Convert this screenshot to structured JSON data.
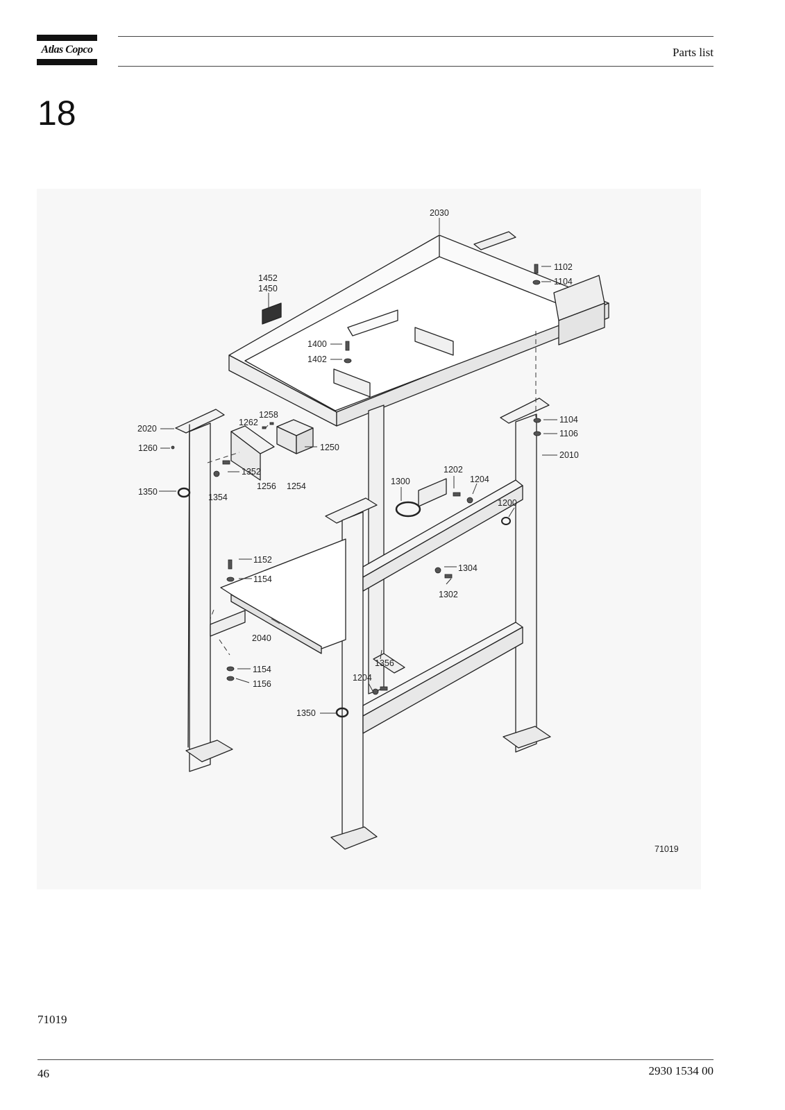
{
  "header": {
    "logo_text": "Atlas Copco",
    "title": "Parts list"
  },
  "section_number": "18",
  "figure": {
    "id_label": "71019",
    "callouts": [
      {
        "key": "c2030",
        "label": "2030"
      },
      {
        "key": "c1102",
        "label": "1102"
      },
      {
        "key": "c1104a",
        "label": "1104"
      },
      {
        "key": "c1452",
        "label": "1452"
      },
      {
        "key": "c1450",
        "label": "1450"
      },
      {
        "key": "c1400",
        "label": "1400"
      },
      {
        "key": "c1402",
        "label": "1402"
      },
      {
        "key": "c2020",
        "label": "2020"
      },
      {
        "key": "c1262",
        "label": "1262"
      },
      {
        "key": "c1258",
        "label": "1258"
      },
      {
        "key": "c1260",
        "label": "1260"
      },
      {
        "key": "c1250",
        "label": "1250"
      },
      {
        "key": "c1352",
        "label": "1352"
      },
      {
        "key": "c1350a",
        "label": "1350"
      },
      {
        "key": "c1354",
        "label": "1354"
      },
      {
        "key": "c1256",
        "label": "1256"
      },
      {
        "key": "c1254",
        "label": "1254"
      },
      {
        "key": "c1104b",
        "label": "1104"
      },
      {
        "key": "c1106",
        "label": "1106"
      },
      {
        "key": "c2010",
        "label": "2010"
      },
      {
        "key": "c1202",
        "label": "1202"
      },
      {
        "key": "c1204a",
        "label": "1204"
      },
      {
        "key": "c1300",
        "label": "1300"
      },
      {
        "key": "c1200",
        "label": "1200"
      },
      {
        "key": "c1152",
        "label": "1152"
      },
      {
        "key": "c1154a",
        "label": "1154"
      },
      {
        "key": "c1304",
        "label": "1304"
      },
      {
        "key": "c1302",
        "label": "1302"
      },
      {
        "key": "c2040",
        "label": "2040"
      },
      {
        "key": "c1356",
        "label": "1356"
      },
      {
        "key": "c1154b",
        "label": "1154"
      },
      {
        "key": "c1156",
        "label": "1156"
      },
      {
        "key": "c1204b",
        "label": "1204"
      },
      {
        "key": "c1350b",
        "label": "1350"
      }
    ]
  },
  "footer": {
    "figure_ref": "71019",
    "page_number": "46",
    "document_number": "2930 1534 00"
  }
}
